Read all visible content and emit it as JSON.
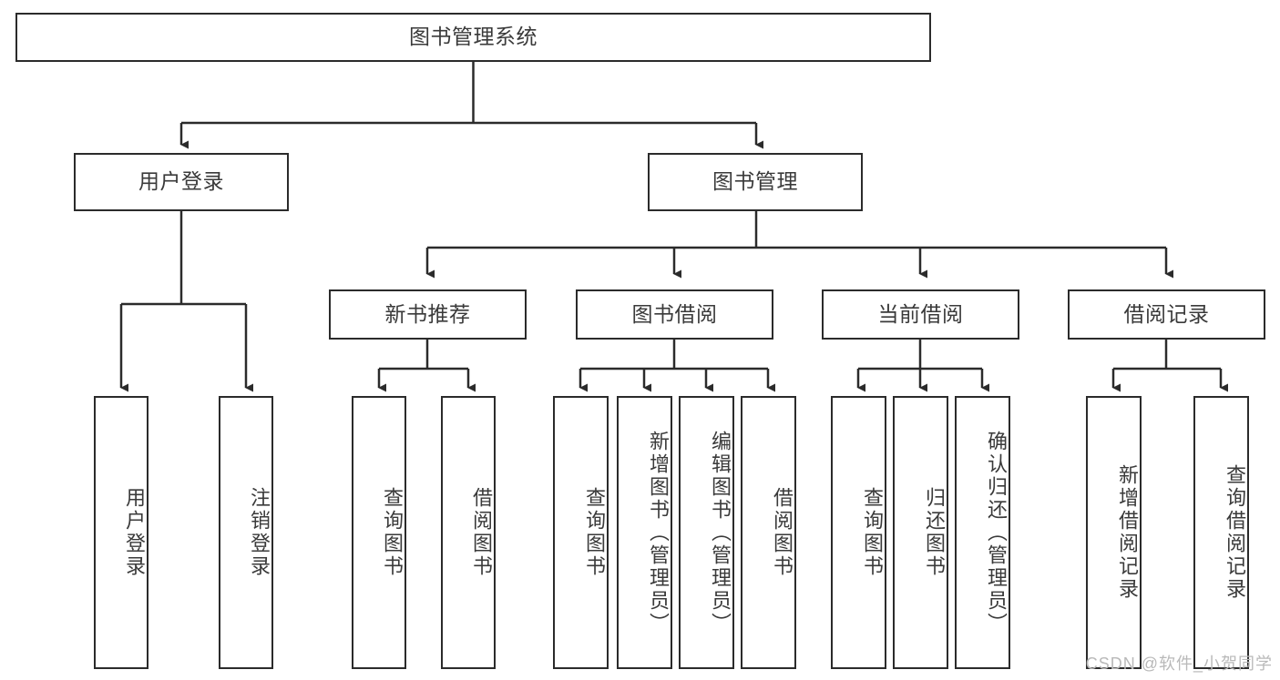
{
  "diagram": {
    "title": "图书管理系统",
    "type": "tree-hierarchy-diagram",
    "watermark": "CSDN @软件_小贺同学",
    "colors": {
      "box_border": "#2b2b2b",
      "box_fill": "#ffffff",
      "connector": "#2b2b2b",
      "text": "#3a3a3a",
      "watermark": "#b9b9b9",
      "background": "#ffffff"
    },
    "root": {
      "id": "root",
      "label": "图书管理系统"
    },
    "level2": [
      {
        "id": "user-login",
        "label": "用户登录"
      },
      {
        "id": "book-mgmt",
        "label": "图书管理"
      }
    ],
    "level3": [
      {
        "id": "new-book-rec",
        "label": "新书推荐"
      },
      {
        "id": "book-borrow",
        "label": "图书借阅"
      },
      {
        "id": "current-borrow",
        "label": "当前借阅"
      },
      {
        "id": "borrow-record",
        "label": "借阅记录"
      }
    ],
    "leaves": {
      "user_login": [
        {
          "id": "leaf-user-login",
          "label": "用户登录"
        },
        {
          "id": "leaf-user-logout",
          "label": "注销登录"
        }
      ],
      "new_book_rec": [
        {
          "id": "leaf-query-book-1",
          "label": "查询图书"
        },
        {
          "id": "leaf-borrow-book-1",
          "label": "借阅图书"
        }
      ],
      "book_borrow": [
        {
          "id": "leaf-query-book-2",
          "label": "查询图书"
        },
        {
          "id": "leaf-add-book",
          "label": "新增图书（管理员）"
        },
        {
          "id": "leaf-edit-book",
          "label": "编辑图书（管理员）"
        },
        {
          "id": "leaf-borrow-book-2",
          "label": "借阅图书"
        }
      ],
      "current_borrow": [
        {
          "id": "leaf-query-book-3",
          "label": "查询图书"
        },
        {
          "id": "leaf-return-book",
          "label": "归还图书"
        },
        {
          "id": "leaf-confirm-return",
          "label": "确认归还（管理员）"
        }
      ],
      "borrow_record": [
        {
          "id": "leaf-add-record",
          "label": "新增借阅记录"
        },
        {
          "id": "leaf-query-record",
          "label": "查询借阅记录"
        }
      ]
    }
  }
}
